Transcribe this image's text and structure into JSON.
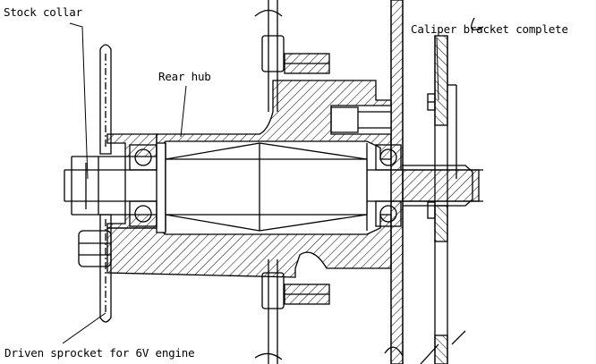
{
  "labels": {
    "stock_collar": "Stock collar",
    "rear_hub": "Rear hub",
    "caliper_bracket": "Caliper bracket complete",
    "driven_sprocket": "Driven sprocket for 6V engine"
  },
  "colors": {
    "line": "#000000",
    "background": "#ffffff"
  }
}
